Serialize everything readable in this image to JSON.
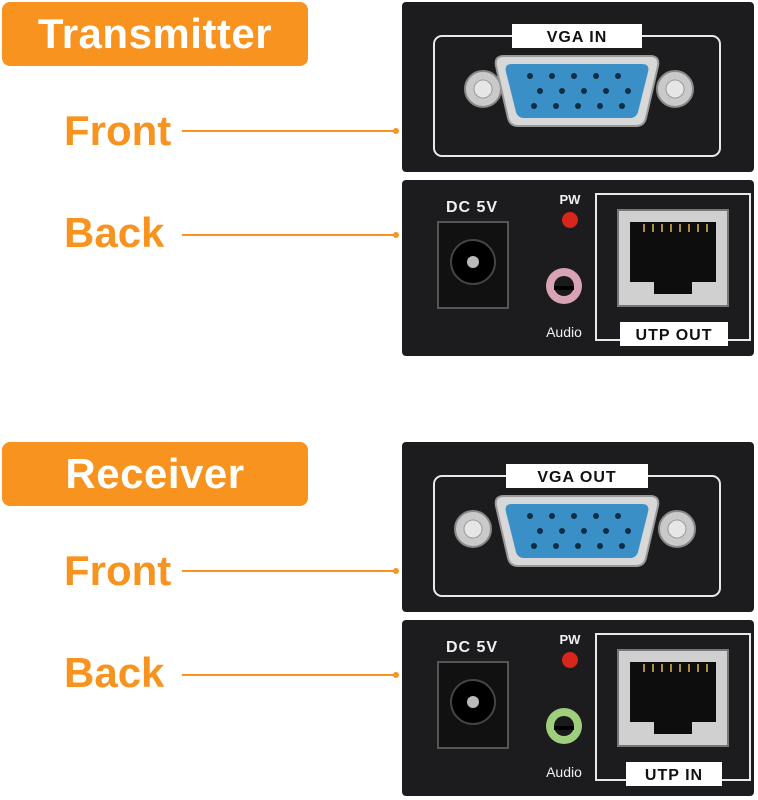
{
  "transmitter": {
    "title": "Transmitter",
    "front_label": "Front",
    "back_label": "Back",
    "port_front": "VGA IN",
    "power_label": "DC 5V",
    "led_label": "PW",
    "audio_label": "Audio",
    "port_back": "UTP OUT",
    "audio_jack_color": "#d8a3b4"
  },
  "receiver": {
    "title": "Receiver",
    "front_label": "Front",
    "back_label": "Back",
    "port_front": "VGA OUT",
    "power_label": "DC 5V",
    "led_label": "PW",
    "audio_label": "Audio",
    "port_back": "UTP IN",
    "audio_jack_color": "#9fcf7c"
  },
  "colors": {
    "accent": "#f7931e",
    "device_body": "#1c1c1e",
    "vga_connector": "#3a8fc7",
    "led_red": "#d9261c"
  }
}
